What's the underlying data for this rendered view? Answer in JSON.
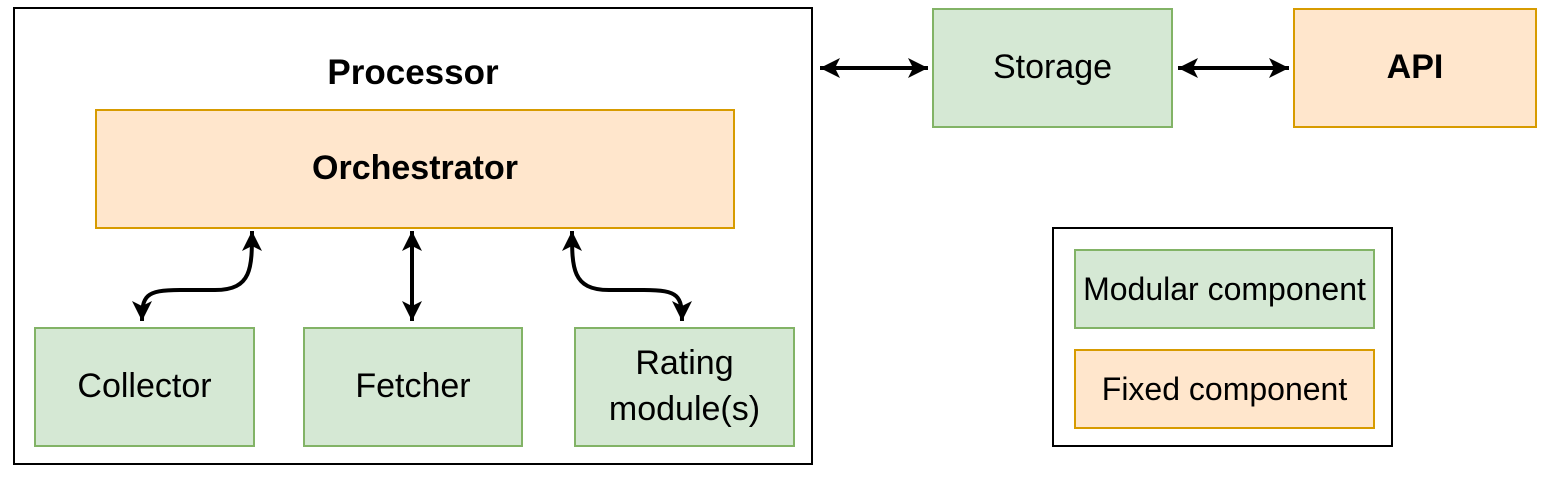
{
  "diagram": {
    "processor": {
      "title": "Processor"
    },
    "nodes": {
      "orchestrator": {
        "label": "Orchestrator",
        "type": "fixed"
      },
      "collector": {
        "label": "Collector",
        "type": "modular"
      },
      "fetcher": {
        "label": "Fetcher",
        "type": "modular"
      },
      "rating": {
        "label": "Rating\nmodule(s)",
        "type": "modular"
      },
      "storage": {
        "label": "Storage",
        "type": "modular"
      },
      "api": {
        "label": "API",
        "type": "fixed"
      }
    },
    "connections": [
      {
        "from": "orchestrator",
        "to": "collector",
        "style": "curved, double-headed"
      },
      {
        "from": "orchestrator",
        "to": "fetcher",
        "style": "straight, double-headed"
      },
      {
        "from": "orchestrator",
        "to": "rating",
        "style": "curved, double-headed"
      },
      {
        "from": "processor",
        "to": "storage",
        "style": "straight, double-headed"
      },
      {
        "from": "storage",
        "to": "api",
        "style": "straight, double-headed"
      }
    ],
    "legend": {
      "items": [
        {
          "label": "Modular component",
          "type": "modular"
        },
        {
          "label": "Fixed component",
          "type": "fixed"
        }
      ]
    },
    "colors": {
      "modular_fill": "#d5e8d4",
      "modular_stroke": "#82b366",
      "fixed_fill": "#ffe6cc",
      "fixed_stroke": "#d79b00",
      "container_stroke": "#000000",
      "arrow": "#000000",
      "background": "#ffffff"
    }
  }
}
